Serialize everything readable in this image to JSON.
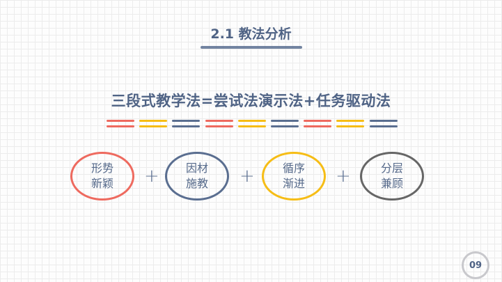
{
  "slide": {
    "title": "2.1 教法分析",
    "formula": "三段式教学法=尝试法演示法+任务驱动法",
    "methods": [
      {
        "line1": "形势",
        "line2": "新颖",
        "color": "#ee6a5f"
      },
      {
        "line1": "因材",
        "line2": "施教",
        "color": "#5a6e90"
      },
      {
        "line1": "循序",
        "line2": "渐进",
        "color": "#f6bd16"
      },
      {
        "line1": "分层",
        "line2": "兼顾",
        "color": "#666666"
      }
    ],
    "plus": "+",
    "page_number": "09",
    "colors": {
      "red": "#ee6a5f",
      "yellow": "#f6bd16",
      "blue": "#5a6e90"
    }
  }
}
